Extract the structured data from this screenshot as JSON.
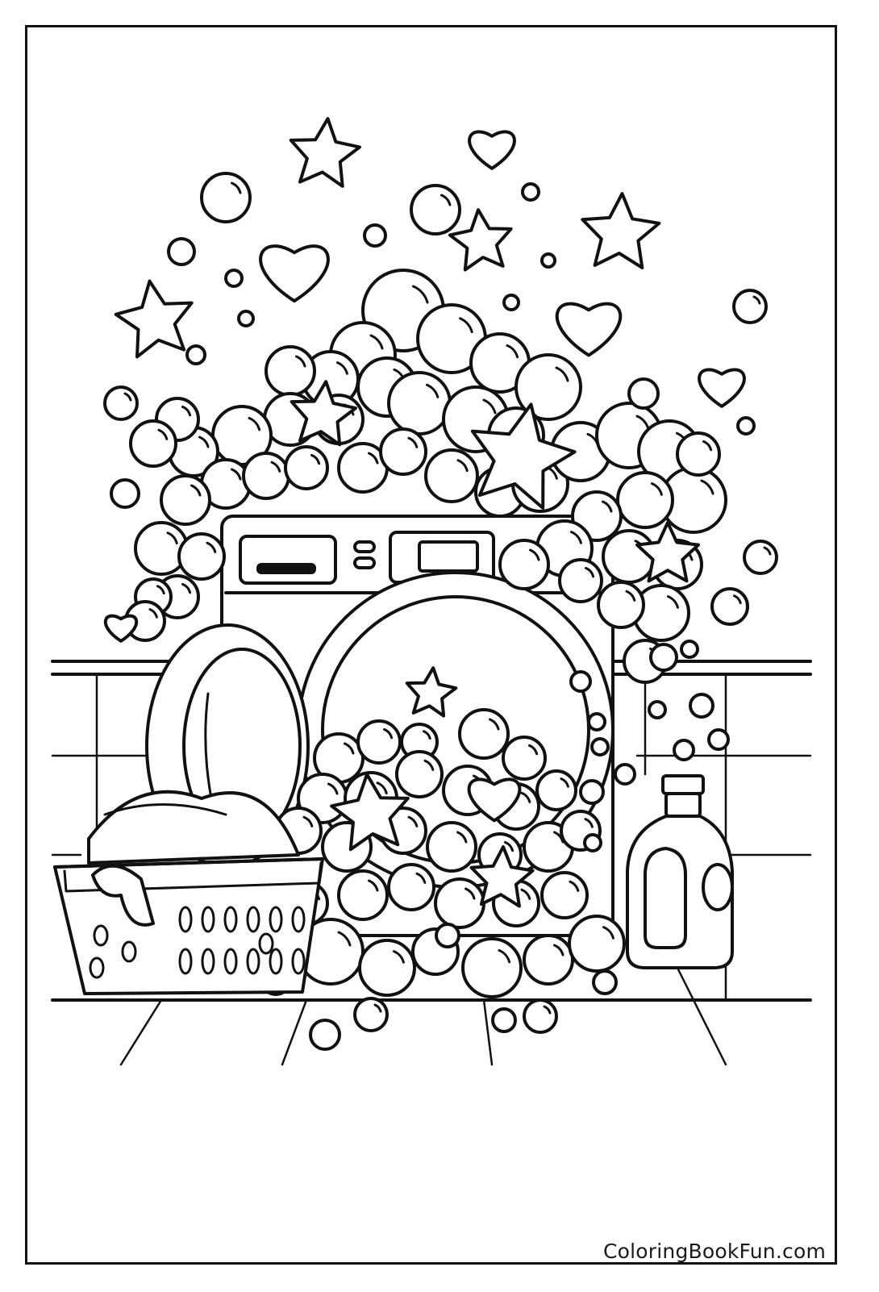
{
  "page": {
    "watermark": "ColoringBookFun.com",
    "line_color": "#111111",
    "background_color": "#ffffff"
  },
  "illustration": {
    "subject": "washing-machine-overflowing-with-bubbles",
    "elements": [
      "washing-machine",
      "open-door",
      "bubbles",
      "stars",
      "hearts",
      "laundry-basket",
      "detergent-bottle",
      "tiled-wall",
      "tiled-floor"
    ]
  }
}
